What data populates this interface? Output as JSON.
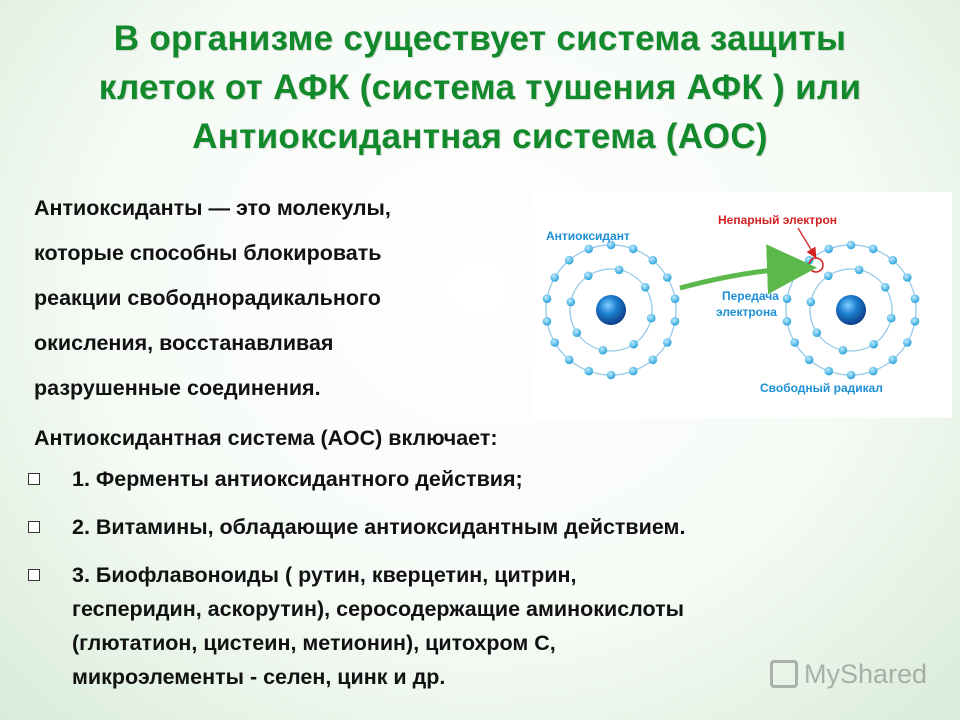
{
  "title": {
    "lines": [
      "В организме существует система защиты",
      "клеток от АФК (система тушения АФК ) или",
      "Антиоксидантная система (АОС)"
    ],
    "color": "#128a2c"
  },
  "definition": {
    "lines": [
      "Антиоксиданты — это молекулы,",
      "которые способны блокировать",
      "реакции свободнорадикального",
      "окисления, восстанавливая",
      "разрушенные соединения."
    ]
  },
  "figure": {
    "labels": {
      "antioxidant": "Антиоксидант",
      "unpaired_electron": "Непарный электрон",
      "transfer_line1": "Передача",
      "transfer_line2": "электрона",
      "free_radical": "Свободный радикал"
    },
    "colors": {
      "label_blue": "#1d8fd6",
      "label_red": "#d42020",
      "arrow_green": "#5cb84a",
      "electron": "#1e9ed8",
      "nucleus": "#1565c0"
    }
  },
  "includes": "Антиоксидантная система (АОС) включает:",
  "list": {
    "items": [
      {
        "lines": [
          "1. Ферменты антиоксидантного действия;"
        ]
      },
      {
        "lines": [
          "2. Витамины, обладающие антиоксидантным действием."
        ]
      },
      {
        "lines": [
          "3. Биофлавоноиды ( рутин, кверцетин, цитрин,",
          "гесперидин, аскорутин), серосодержащие аминокислоты",
          "(глютатион, цистеин, метионин), цитохром С,",
          "микроэлементы - селен, цинк и др."
        ]
      }
    ],
    "bullet_icon": "hollow-square-icon"
  },
  "watermark": {
    "text": "MyShared",
    "icon": "presentation-board-icon"
  }
}
